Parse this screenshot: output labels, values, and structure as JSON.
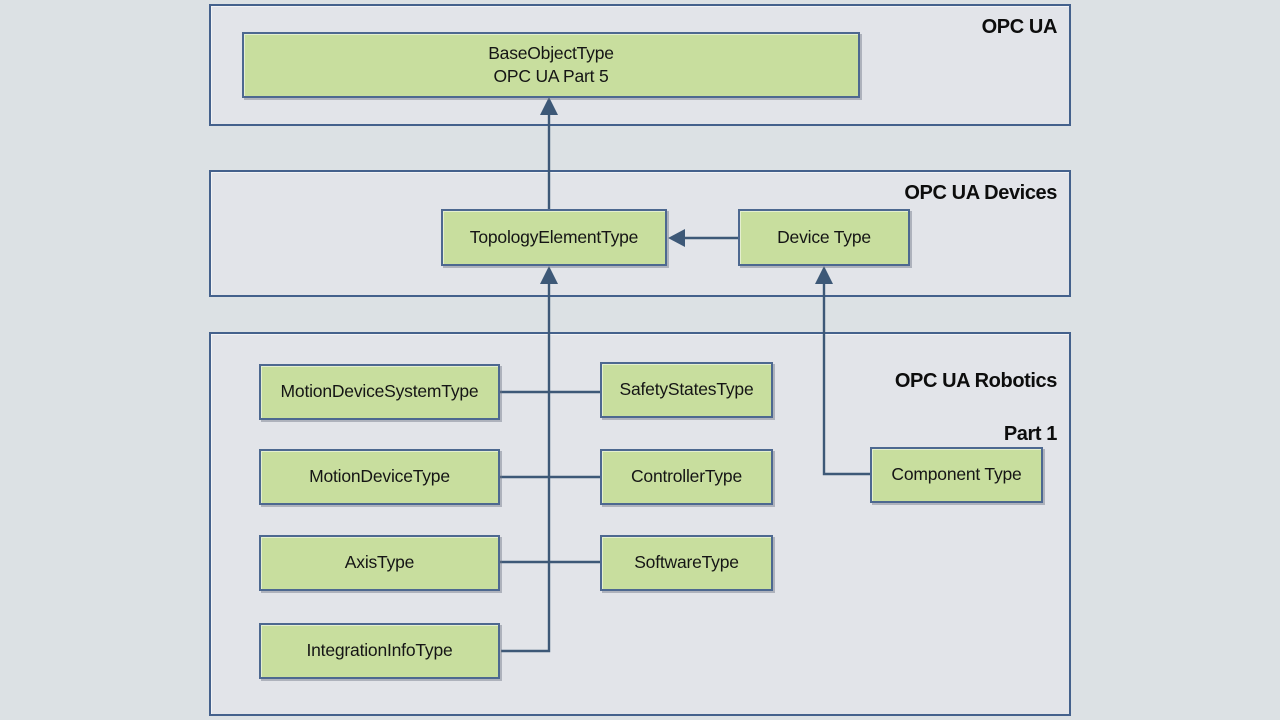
{
  "colors": {
    "page_bg": "#dce1e4",
    "container_bg": "#e2e4e9",
    "container_border": "#44618c",
    "box_fill": "#c8de9e",
    "box_border": "#4d6890",
    "line": "#3d5877",
    "text": "#151515",
    "label": "#0d0d0d"
  },
  "diagram": {
    "sections": {
      "opcua": {
        "label": "OPC UA"
      },
      "devices": {
        "label": "OPC UA Devices"
      },
      "robotics": {
        "label_line1": "OPC UA Robotics",
        "label_line2": "Part 1"
      }
    },
    "nodes": {
      "base_object_line1": "BaseObjectType",
      "base_object_line2": "OPC UA Part 5",
      "topology_element": "TopologyElementType",
      "device": "Device Type",
      "motion_device_system": "MotionDeviceSystemType",
      "safety_states": "SafetyStatesType",
      "motion_device": "MotionDeviceType",
      "controller": "ControllerType",
      "axis": "AxisType",
      "software": "SoftwareType",
      "integration_info": "IntegrationInfoType",
      "component": "Component Type"
    },
    "relations": [
      "TopologyElementType -> BaseObjectType",
      "Device Type -> TopologyElementType",
      "robotics left-column types -> TopologyElementType",
      "Component Type -> Device Type"
    ]
  }
}
